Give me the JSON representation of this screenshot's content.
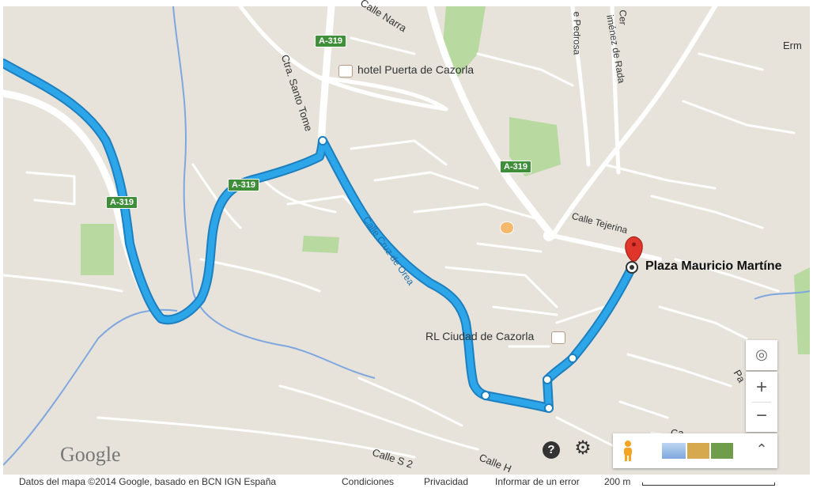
{
  "map": {
    "place_labels": {
      "hotel_puerta": "hotel Puerta de Cazorla",
      "rl_ciudad": "RL Ciudad de Cazorla",
      "plaza": "Plaza Mauricio Martíne",
      "erm": "Erm"
    },
    "street_labels": {
      "calle_narra": "Calle Narra",
      "ctra_santo_tome": "Ctra. Santo Tome",
      "de_pedrosa": "e Pedrosa",
      "jimenez_de_rada": "iménez de Rada",
      "cer": "Cer",
      "calle_tejerina": "Calle Tejerina",
      "calle_cruz_de_orea": "Calle Cruz de Orea",
      "calle_s2": "Calle S 2",
      "calle_h": "Calle H",
      "ca": "Ca",
      "pa": "Pa"
    },
    "road_shields": [
      "A-319",
      "A-319",
      "A-319",
      "A-319"
    ],
    "colors": {
      "background": "#e7e3db",
      "road": "#ffffff",
      "route": "#2ca6e8",
      "route_outline": "#1e7fbf",
      "park": "#b8d9a0",
      "water": "#7ea7df",
      "shield": "#3f8f3a",
      "marker": "#e0352b"
    },
    "icons": {
      "hotel": "bed-icon",
      "restaurant": "fork-knife-icon",
      "destination": "red-pin-marker-icon",
      "waypoint": "white-circle-waypoint-icon"
    }
  },
  "controls": {
    "location_icon": "◎",
    "zoom_in": "+",
    "zoom_out": "−",
    "help": "?",
    "settings": "⚙",
    "pegman": "pegman-icon",
    "expand": "⌃"
  },
  "logo": "Google",
  "footer": {
    "map_data": "Datos del mapa ©2014 Google, basado en BCN IGN España",
    "terms": "Condiciones",
    "privacy": "Privacidad",
    "report": "Informar de un error",
    "scale": "200 m"
  }
}
